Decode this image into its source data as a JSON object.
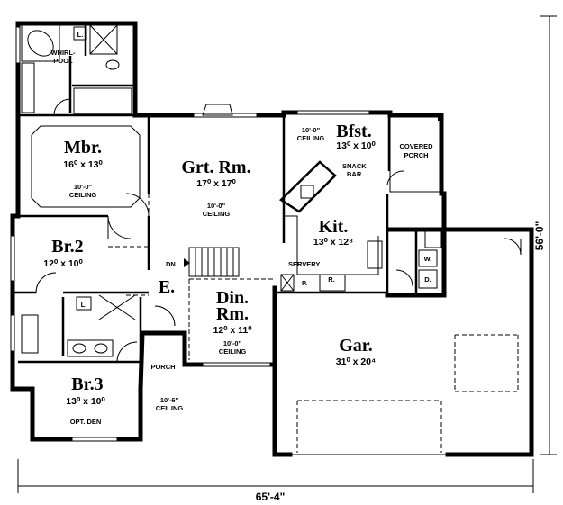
{
  "overall": {
    "width": "65'-4\"",
    "depth": "56'-0\""
  },
  "rooms": {
    "mbr": {
      "name": "Mbr.",
      "dims": "16⁰ x 13⁰",
      "ceiling1": "10'-0\"",
      "ceiling2": "CEILING"
    },
    "grt": {
      "name": "Grt. Rm.",
      "dims": "17⁰ x 17⁰",
      "ceiling1": "10'-0\"",
      "ceiling2": "CEILING"
    },
    "bfst": {
      "name": "Bfst.",
      "dims": "13⁰ x 10⁰",
      "ceiling1": "10'-0\"",
      "ceiling2": "CEILING"
    },
    "kit": {
      "name": "Kit.",
      "dims": "13⁰ x 12⁸"
    },
    "br2": {
      "name": "Br.2",
      "dims": "12⁰ x 10⁰"
    },
    "din1": "Din.",
    "din2": "Rm.",
    "din_dims": "12⁰ x 11⁰",
    "din_ceiling1": "10'-0\"",
    "din_ceiling2": "CEILING",
    "br3": {
      "name": "Br.3",
      "dims": "13⁰ x 10⁰",
      "note": "OPT. DEN",
      "ceiling1": "10'-6\"",
      "ceiling2": "CEILING"
    },
    "gar": {
      "name": "Gar.",
      "dims": "31⁰ x 20⁴"
    }
  },
  "labels": {
    "whirl": "WHIRL-",
    "pool": "POOL",
    "l1": "L.",
    "l2": "L.",
    "snack1": "SNACK",
    "snack2": "BAR",
    "covered1": "COVERED",
    "covered2": "PORCH",
    "servery": "SERVERY",
    "dn": "DN",
    "entry": "E.",
    "porch": "PORCH",
    "pantry": "P.",
    "refrig": "R.",
    "washer": "W.",
    "dryer": "D."
  }
}
